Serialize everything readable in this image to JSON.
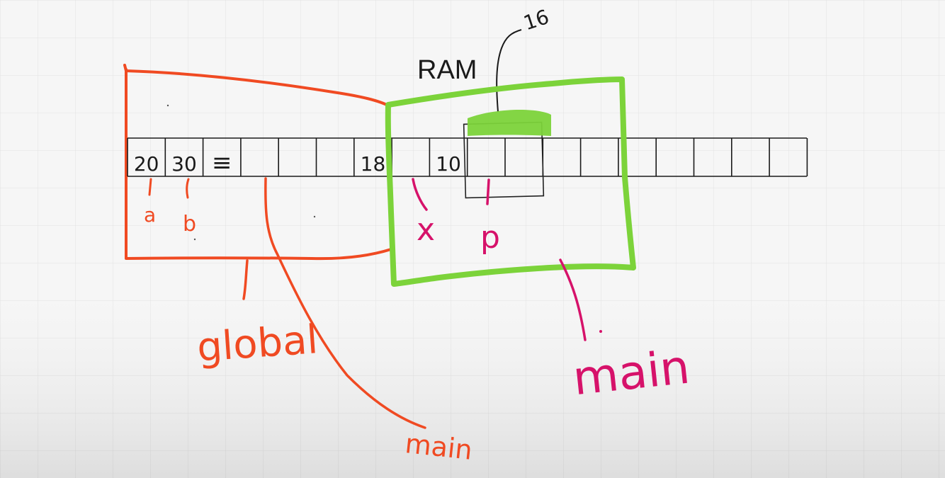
{
  "diagram": {
    "title": "RAM",
    "top_annotation": "16",
    "cells": [
      "20",
      "30",
      "≡",
      "",
      "",
      "",
      "18",
      "",
      "10",
      "",
      "",
      "",
      "",
      "",
      "",
      "",
      "",
      ""
    ],
    "labels": {
      "a": "a",
      "b": "b",
      "x": "x",
      "p": "p",
      "global_region": "global",
      "main_region": "main",
      "main_pointer": "main"
    },
    "colors": {
      "global_outline": "#f04a22",
      "main_outline": "#7cd33a",
      "pointer_annotation": "#d6126a",
      "ink": "#1a1a1a",
      "background": "#f6f6f6",
      "grid": "#e4e4e4"
    }
  }
}
